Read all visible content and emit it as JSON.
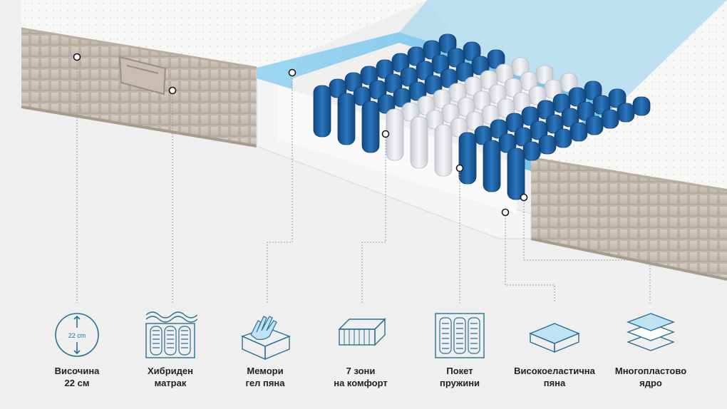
{
  "features": [
    {
      "label": "Височина\n22 см",
      "icon": "height-icon",
      "badge": "22 cm"
    },
    {
      "label": "Хибриден\nматрак",
      "icon": "hybrid-springs-icon"
    },
    {
      "label": "Мемори\nгел пяна",
      "icon": "memory-foam-hand-icon"
    },
    {
      "label": "7 зони\nна комфорт",
      "icon": "mattress-zones-icon"
    },
    {
      "label": "Покет\nпружини",
      "icon": "pocket-springs-icon"
    },
    {
      "label": "Високоеластична\nпяна",
      "icon": "foam-block-icon"
    },
    {
      "label": "Многопластово\nядро",
      "icon": "layers-icon"
    }
  ],
  "colors": {
    "background": "#efefef",
    "fabric_side": "#cfc6bb",
    "fabric_top": "#f6f6f4",
    "gel_foam": "#7cc6ea",
    "spring_blue": "#1f5fa3",
    "spring_white": "#e4e6ea",
    "icon_stroke": "#2a6f93"
  }
}
